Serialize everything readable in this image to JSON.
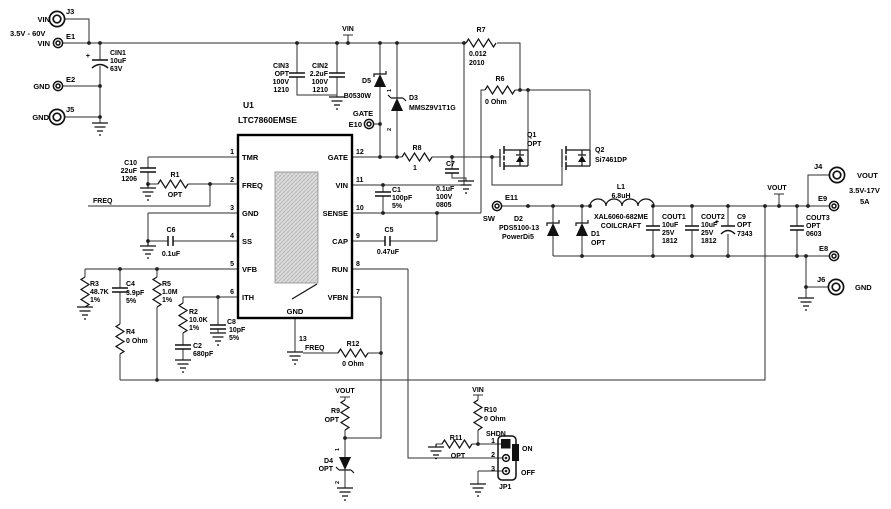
{
  "schematic": {
    "ic": {
      "ref": "U1",
      "part": "LTC7860EMSE",
      "bottom_pin": {
        "num": "13",
        "name": "GND"
      },
      "pins_left": [
        {
          "num": "1",
          "name": "TMR"
        },
        {
          "num": "2",
          "name": "FREQ"
        },
        {
          "num": "3",
          "name": "GND"
        },
        {
          "num": "4",
          "name": "SS"
        },
        {
          "num": "5",
          "name": "VFB"
        },
        {
          "num": "6",
          "name": "ITH"
        }
      ],
      "pins_right": [
        {
          "num": "12",
          "name": "GATE"
        },
        {
          "num": "11",
          "name": "VIN"
        },
        {
          "num": "10",
          "name": "SENSE"
        },
        {
          "num": "9",
          "name": "CAP"
        },
        {
          "num": "8",
          "name": "RUN"
        },
        {
          "num": "7",
          "name": "VFBN"
        }
      ]
    },
    "connectors": {
      "j3": {
        "ref": "J3",
        "net": "VIN",
        "note": "3.5V - 60V"
      },
      "e1": {
        "ref": "E1",
        "net": "VIN"
      },
      "e2": {
        "ref": "E2",
        "net": "GND"
      },
      "j5": {
        "ref": "J5",
        "net": "GND"
      },
      "e10": {
        "ref": "E10",
        "net": "GATE"
      },
      "e11": {
        "ref": "E11",
        "net": "SW"
      },
      "j4": {
        "ref": "J4",
        "net": "VOUT",
        "note": "3.5V-17V",
        "current": "5A"
      },
      "e9": {
        "ref": "E9"
      },
      "e8": {
        "ref": "E8"
      },
      "j6": {
        "ref": "J6",
        "net": "GND"
      }
    },
    "flags": {
      "vin_top": "VIN",
      "vout_out": "VOUT",
      "vout_fb": "VOUT",
      "vin_shdn": "VIN",
      "freq_left": "FREQ",
      "freq_mid": "FREQ"
    },
    "components": {
      "cin1": {
        "ref": "CIN1",
        "value": "10uF",
        "rating": "63V",
        "polarity": "+"
      },
      "cin3": {
        "ref": "CIN3",
        "value": "OPT",
        "rating": "100V",
        "pkg": "1210"
      },
      "cin2": {
        "ref": "CIN2",
        "value": "2.2uF",
        "rating": "100V",
        "pkg": "1210"
      },
      "d5": {
        "ref": "D5",
        "part": "B0530W"
      },
      "d3": {
        "ref": "D3",
        "part": "MMSZ9V1T1G",
        "pin1": "1",
        "pin2": "2"
      },
      "r7": {
        "ref": "R7",
        "value": "0.012",
        "pkg": "2010"
      },
      "r6": {
        "ref": "R6",
        "value": "0 Ohm"
      },
      "r8": {
        "ref": "R8",
        "value": "1"
      },
      "c7": {
        "ref": "C7",
        "value": "0.1uF",
        "rating": "100V",
        "pkg": "0805"
      },
      "c1": {
        "ref": "C1",
        "value": "100pF",
        "tol": "5%"
      },
      "c5": {
        "ref": "C5",
        "value": "0.47uF"
      },
      "q1": {
        "ref": "Q1",
        "part": "OPT"
      },
      "q2": {
        "ref": "Q2",
        "part": "Si7461DP"
      },
      "d2": {
        "ref": "D2",
        "part": "PDS5100-13",
        "pkg": "PowerDi5"
      },
      "d1": {
        "ref": "D1",
        "part": "OPT"
      },
      "l1": {
        "ref": "L1",
        "value": "6.8uH",
        "part": "XAL6060-682ME",
        "mfr": "COILCRAFT"
      },
      "cout1": {
        "ref": "COUT1",
        "value": "10uF",
        "rating": "25V",
        "pkg": "1812"
      },
      "cout2": {
        "ref": "COUT2",
        "value": "10uF",
        "rating": "25V",
        "pkg": "1812"
      },
      "c9": {
        "ref": "C9",
        "value": "OPT",
        "pkg": "7343",
        "polarity": "+"
      },
      "cout3": {
        "ref": "COUT3",
        "value": "OPT",
        "pkg": "0603"
      },
      "c10": {
        "ref": "C10",
        "value": "22uF",
        "pkg": "1206"
      },
      "r1": {
        "ref": "R1",
        "value": "OPT"
      },
      "c6": {
        "ref": "C6",
        "value": "0.1uF"
      },
      "r3": {
        "ref": "R3",
        "value": "48.7K",
        "tol": "1%"
      },
      "c4": {
        "ref": "C4",
        "value": "3.9pF",
        "tol": "5%"
      },
      "r5": {
        "ref": "R5",
        "value": "1.0M",
        "tol": "1%"
      },
      "r4": {
        "ref": "R4",
        "value": "0 Ohm"
      },
      "r2": {
        "ref": "R2",
        "value": "10.0K",
        "tol": "1%"
      },
      "c8": {
        "ref": "C8",
        "value": "10pF",
        "tol": "5%"
      },
      "c2": {
        "ref": "C2",
        "value": "680pF"
      },
      "r12": {
        "ref": "R12",
        "value": "0 Ohm"
      },
      "r9": {
        "ref": "R9",
        "value": "OPT"
      },
      "d4": {
        "ref": "D4",
        "value": "OPT",
        "pin1": "1",
        "pin2": "2"
      },
      "r10": {
        "ref": "R10",
        "value": "0 Ohm"
      },
      "r11": {
        "ref": "R11",
        "value": "OPT"
      },
      "jp1": {
        "ref": "JP1",
        "net": "SHDN",
        "pin1": "1",
        "pin2": "2",
        "pin3": "3",
        "on": "ON",
        "off": "OFF"
      }
    }
  }
}
